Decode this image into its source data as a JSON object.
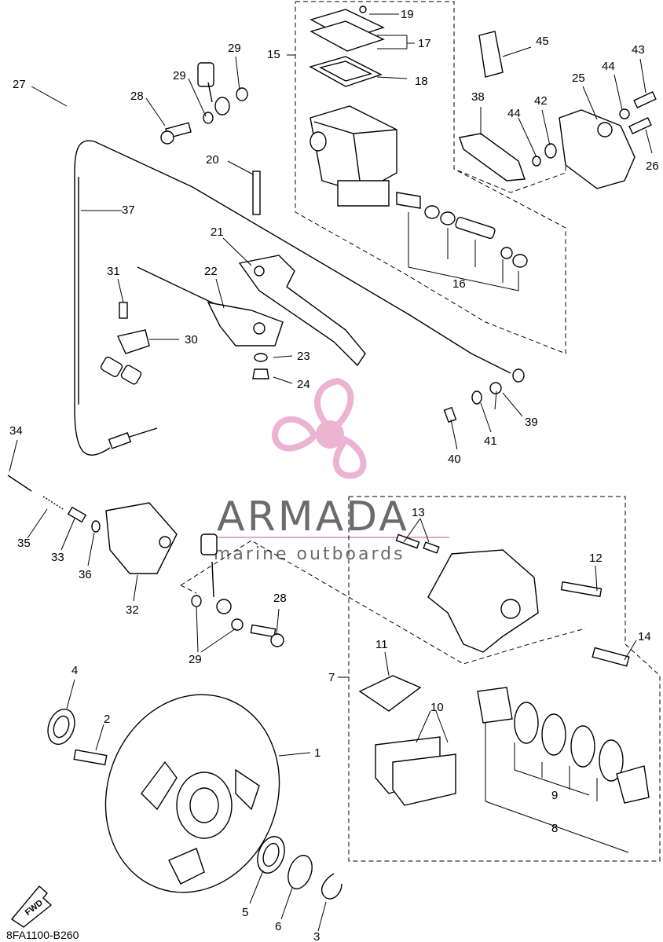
{
  "diagram": {
    "code": "8FA1100-B260",
    "fwd_label": "FWD",
    "callouts": {
      "c1": "1",
      "c2": "2",
      "c3": "3",
      "c4": "4",
      "c5": "5",
      "c6": "6",
      "c7": "7",
      "c8": "8",
      "c9": "9",
      "c10": "10",
      "c11": "11",
      "c12": "12",
      "c13": "13",
      "c14": "14",
      "c15": "15",
      "c16": "16",
      "c17": "17",
      "c18": "18",
      "c19": "19",
      "c20": "20",
      "c21": "21",
      "c22": "22",
      "c23": "23",
      "c24": "24",
      "c25": "25",
      "c26": "26",
      "c27": "27",
      "c28a": "28",
      "c28b": "28",
      "c29a": "29",
      "c29b": "29",
      "c29c": "29",
      "c30": "30",
      "c31": "31",
      "c32": "32",
      "c33": "33",
      "c34": "34",
      "c35": "35",
      "c36": "36",
      "c37": "37",
      "c38": "38",
      "c39": "39",
      "c40": "40",
      "c41": "41",
      "c42": "42",
      "c43": "43",
      "c44a": "44",
      "c44b": "44",
      "c45": "45"
    }
  },
  "watermark": {
    "brand": "ARMADA",
    "tagline": "marine outboards",
    "colors": {
      "logo": "#e9a6cc",
      "text": "#6b6b6b"
    }
  }
}
